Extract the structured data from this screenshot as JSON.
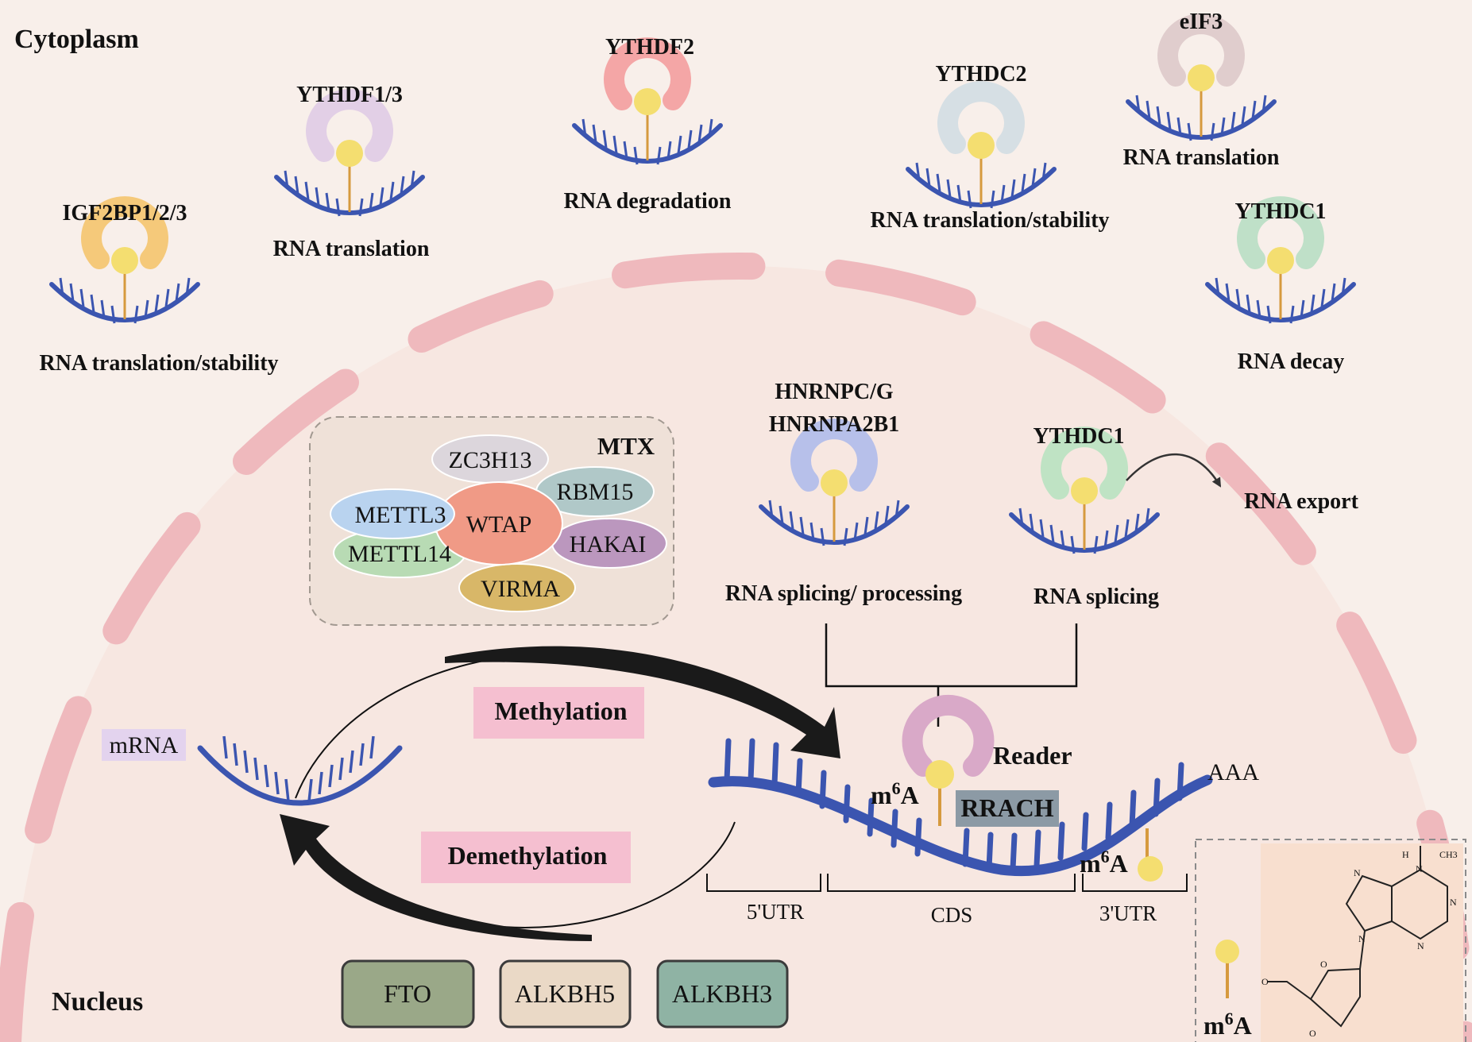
{
  "regions": {
    "cytoplasm": "Cytoplasm",
    "nucleus": "Nucleus"
  },
  "readers": [
    {
      "name": "YTHDF1/3",
      "function": "RNA translation",
      "color": "#e2cfe6"
    },
    {
      "name": "YTHDF2",
      "function": "RNA degradation",
      "color": "#f4a6a6"
    },
    {
      "name": "YTHDC2",
      "function": "RNA translation/stability",
      "color": "#d6dfe4"
    },
    {
      "name": "eIF3",
      "function": "RNA translation",
      "color": "#e0cdcd"
    },
    {
      "name": "IGF2BP1/2/3",
      "function": "RNA translation/stability",
      "color": "#f5c97a"
    },
    {
      "name": "YTHDC1",
      "function": "RNA decay",
      "color": "#bfe0c8"
    },
    {
      "name_line1": "HNRNPC/G",
      "name_line2": "HNRNPA2B1",
      "function": "RNA splicing/ processing",
      "color": "#b7c0ea"
    },
    {
      "name": "YTHDC1",
      "function": "RNA splicing",
      "color": "#bfe3c4",
      "export": "RNA export"
    }
  ],
  "mtx": {
    "title": "MTX",
    "components": [
      {
        "label": "ZC3H13",
        "color": "#dcd6dc"
      },
      {
        "label": "RBM15",
        "color": "#b0c8c8"
      },
      {
        "label": "METTL3",
        "color": "#b9d3ef"
      },
      {
        "label": "WTAP",
        "color": "#f09a86"
      },
      {
        "label": "METTL14",
        "color": "#b8dbb4"
      },
      {
        "label": "HAKAI",
        "color": "#bb97be"
      },
      {
        "label": "VIRMA",
        "color": "#d8b768"
      }
    ]
  },
  "mrna_label": "mRNA",
  "processes": {
    "methylation": "Methylation",
    "demethylation": "Demethylation"
  },
  "reader_label": "Reader",
  "motif": "RRACH",
  "poly_a": "AAA",
  "m6a": {
    "base": "m",
    "sup": "6",
    "tail": "A"
  },
  "regions_mrna": {
    "utr5": "5'UTR",
    "cds": "CDS",
    "utr3": "3'UTR"
  },
  "erasers": [
    {
      "label": "FTO",
      "color": "#9aa888"
    },
    {
      "label": "ALKBH5",
      "color": "#ead9c6"
    },
    {
      "label": "ALKBH3",
      "color": "#8fb3a4"
    }
  ],
  "colors": {
    "rna": "#3b55b0",
    "stem": "#d69a3e",
    "ball": "#f4de70",
    "membrane": "#efb9bd"
  },
  "structure": {
    "atoms": [
      "H",
      "CH3",
      "N",
      "N",
      "N",
      "N",
      "N",
      "O",
      "O",
      "O"
    ]
  }
}
